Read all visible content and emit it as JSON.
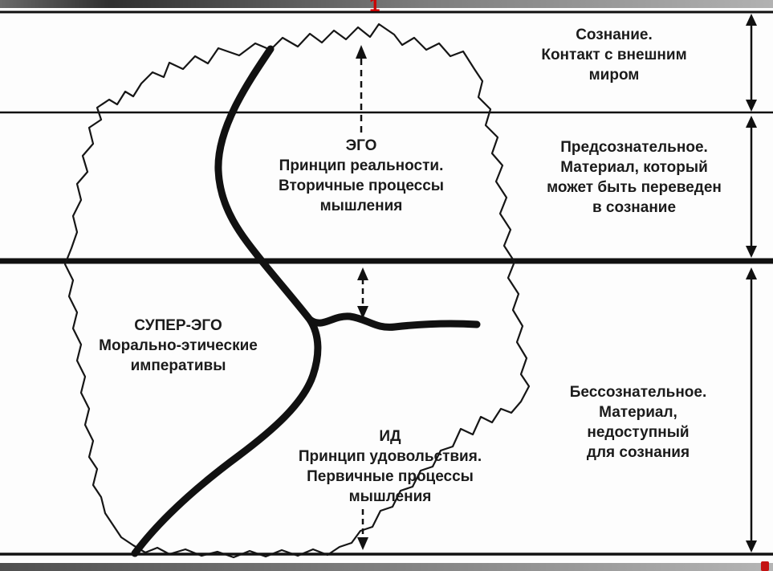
{
  "page": {
    "number_marker": "1"
  },
  "colors": {
    "ink": "#1b1b1b",
    "accent_red": "#cc0000"
  },
  "regions": {
    "conscious": {
      "title": "Сознание.",
      "body": "Контакт с внешним\nмиром"
    },
    "preconscious": {
      "title": "Предсознательное.",
      "body": "Материал, который\nможет быть переведен\nв сознание"
    },
    "unconscious": {
      "title": "Бессознательное.",
      "body": "Материал,\nнедоступный\nдля сознания"
    }
  },
  "structures": {
    "ego": {
      "title": "ЭГО",
      "body": "Принцип реальности.\nВторичные процессы\nмышления"
    },
    "superego": {
      "title": "СУПЕР-ЭГО",
      "body": "Морально-этические\nимперативы"
    },
    "id": {
      "title": "ИД",
      "body": "Принцип удовольствия.\nПервичные процессы\nмышления"
    }
  },
  "icons": {
    "span_arrows": "double-headed-vertical-arrow",
    "flow_arrows": "dashed-vertical-arrow",
    "psyche_outline": "jagged-island-outline"
  }
}
